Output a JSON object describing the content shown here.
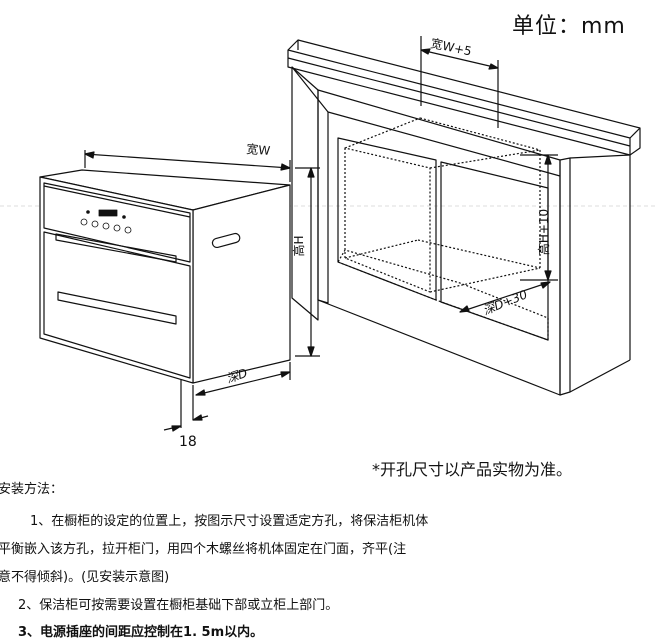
{
  "unit_label": "单位：mm",
  "dimensions": {
    "width": "宽W",
    "width_opening": "宽W+5",
    "height": "高H",
    "height_opening": "高H+10",
    "depth": "深D",
    "depth_opening": "深D+30",
    "gap": "18"
  },
  "note": "*开孔尺寸以产品实物为准。",
  "instructions": {
    "title": "安装方法：",
    "step1_line1": "1、在橱柜的设定的位置上，按图示尺寸设置适定方孔，将保洁柜机体",
    "step1_line2": "平衡嵌入该方孔，拉开柜门，用四个木螺丝将机体固定在门面，齐平(注",
    "step1_line3": "意不得倾斜)。(见安装示意图)",
    "step2": "2、保洁柜可按需要设置在橱柜基础下部或立柜上部门。",
    "step3": "3、电源插座的间距应控制在1. 5m以内。"
  }
}
